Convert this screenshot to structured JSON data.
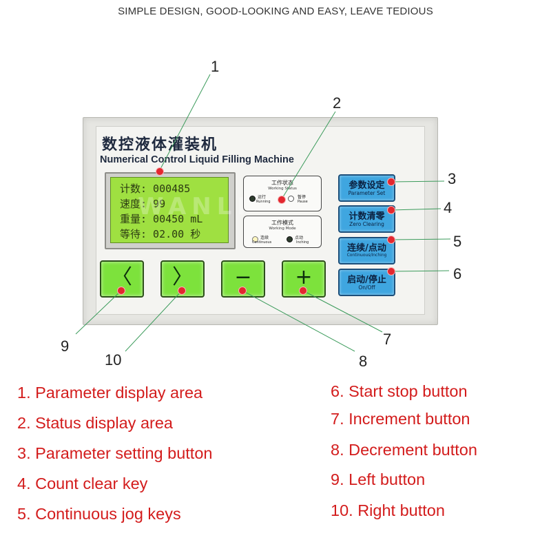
{
  "banner": "SIMPLE DESIGN, GOOD-LOOKING AND EASY, LEAVE TEDIOUS",
  "machine": {
    "title_cn": "数控液体灌装机",
    "title_en": "Numerical Control Liquid Filling Machine"
  },
  "lcd": {
    "lines": [
      "计数: 000485",
      "速度: 99",
      "重量: 00450 mL",
      "等待: 02.00 秒"
    ]
  },
  "status_box": {
    "title": "工作状态",
    "subtitle": "Working Status",
    "run_label": "运行",
    "run_sub": "Running",
    "pause_label": "暂停",
    "pause_sub": "Pause"
  },
  "mode_box": {
    "title": "工作模式",
    "subtitle": "Working Mode",
    "cont_label": "连续",
    "cont_sub": "Continuous",
    "inch_label": "点动",
    "inch_sub": "Inching"
  },
  "side_buttons": [
    {
      "cn": "参数设定",
      "en": "Parameter Set"
    },
    {
      "cn": "计数清零",
      "en": "Zero Clearing"
    },
    {
      "cn": "连续/点动",
      "en": "Continuous/Inching"
    },
    {
      "cn": "启动/停止",
      "en": "On/Off"
    }
  ],
  "keys": [
    "〈",
    "〉",
    "−",
    "+"
  ],
  "callouts": [
    "1",
    "2",
    "3",
    "4",
    "5",
    "6",
    "7",
    "8",
    "9",
    "10"
  ],
  "legend_left": [
    "1. Parameter display area",
    "2. Status display area",
    "3. Parameter setting button",
    "4. Count clear key",
    "5. Continuous jog keys"
  ],
  "legend_right": [
    "6. Start stop button",
    "7. Increment button",
    "8. Decrement button",
    "9. Left button",
    "10. Right button"
  ],
  "watermark": "WANLI",
  "colors": {
    "lcd_green": "#9fe041",
    "key_green": "#7de23c",
    "side_blue": "#3fa6e0",
    "marker_red": "#e3272f",
    "leader_green": "#3a9a5a",
    "legend_red": "#d31c1c"
  }
}
